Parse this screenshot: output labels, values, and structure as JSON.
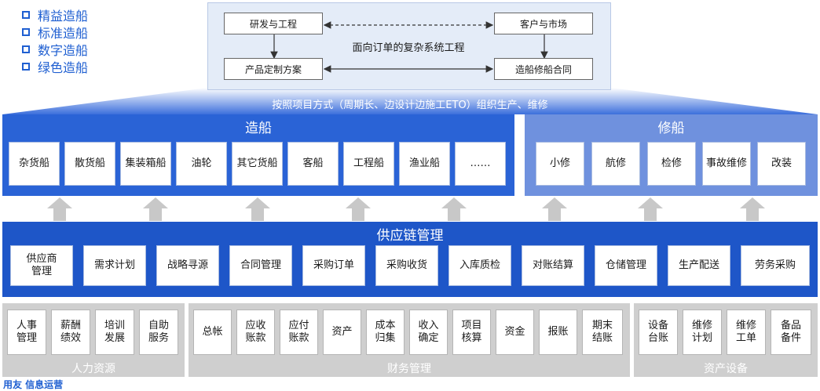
{
  "bullets": [
    "精益造船",
    "标准造船",
    "数字造船",
    "绿色造船"
  ],
  "top": {
    "center": "面向订单的复杂系统工程",
    "nodes": {
      "rd": "研发与工程",
      "customer": "客户与市场",
      "product": "产品定制方案",
      "contract": "造船修船合同"
    }
  },
  "eto_caption": "按照项目方式（周期长、边设计边施工ETO）组织生产、维修",
  "build": {
    "title": "造船",
    "items": [
      "杂货船",
      "散货船",
      "集装箱船",
      "油轮",
      "其它货船",
      "客船",
      "工程船",
      "渔业船",
      "……"
    ]
  },
  "repair": {
    "title": "修船",
    "items": [
      "小修",
      "航修",
      "检修",
      "事故维修",
      "改装"
    ]
  },
  "supply": {
    "title": "供应链管理",
    "items": [
      "供应商\n管理",
      "需求计划",
      "战略寻源",
      "合同管理",
      "采购订单",
      "采购收货",
      "入库质检",
      "对账结算",
      "仓储管理",
      "生产配送",
      "劳务采购"
    ]
  },
  "hr": {
    "title": "人力资源",
    "items": [
      "人事\n管理",
      "薪酬\n绩效",
      "培训\n发展",
      "自助\n服务"
    ]
  },
  "finance": {
    "title": "财务管理",
    "items": [
      "总帐",
      "应收\n账款",
      "应付\n账款",
      "资产",
      "成本\n归集",
      "收入\n确定",
      "项目\n核算",
      "资金",
      "报账",
      "期末\n结账"
    ]
  },
  "assets": {
    "title": "资产设备",
    "items": [
      "设备\n台账",
      "维修\n计划",
      "维修\n工单",
      "备品\n备件"
    ]
  },
  "footer": "用友 信息运营",
  "colors": {
    "build_panel": "#2a63d6",
    "repair_panel": "#6f91de",
    "supply_panel": "#1e56c8",
    "gray_panel": "#cfcfcf",
    "accent": "#1f5fd1"
  }
}
